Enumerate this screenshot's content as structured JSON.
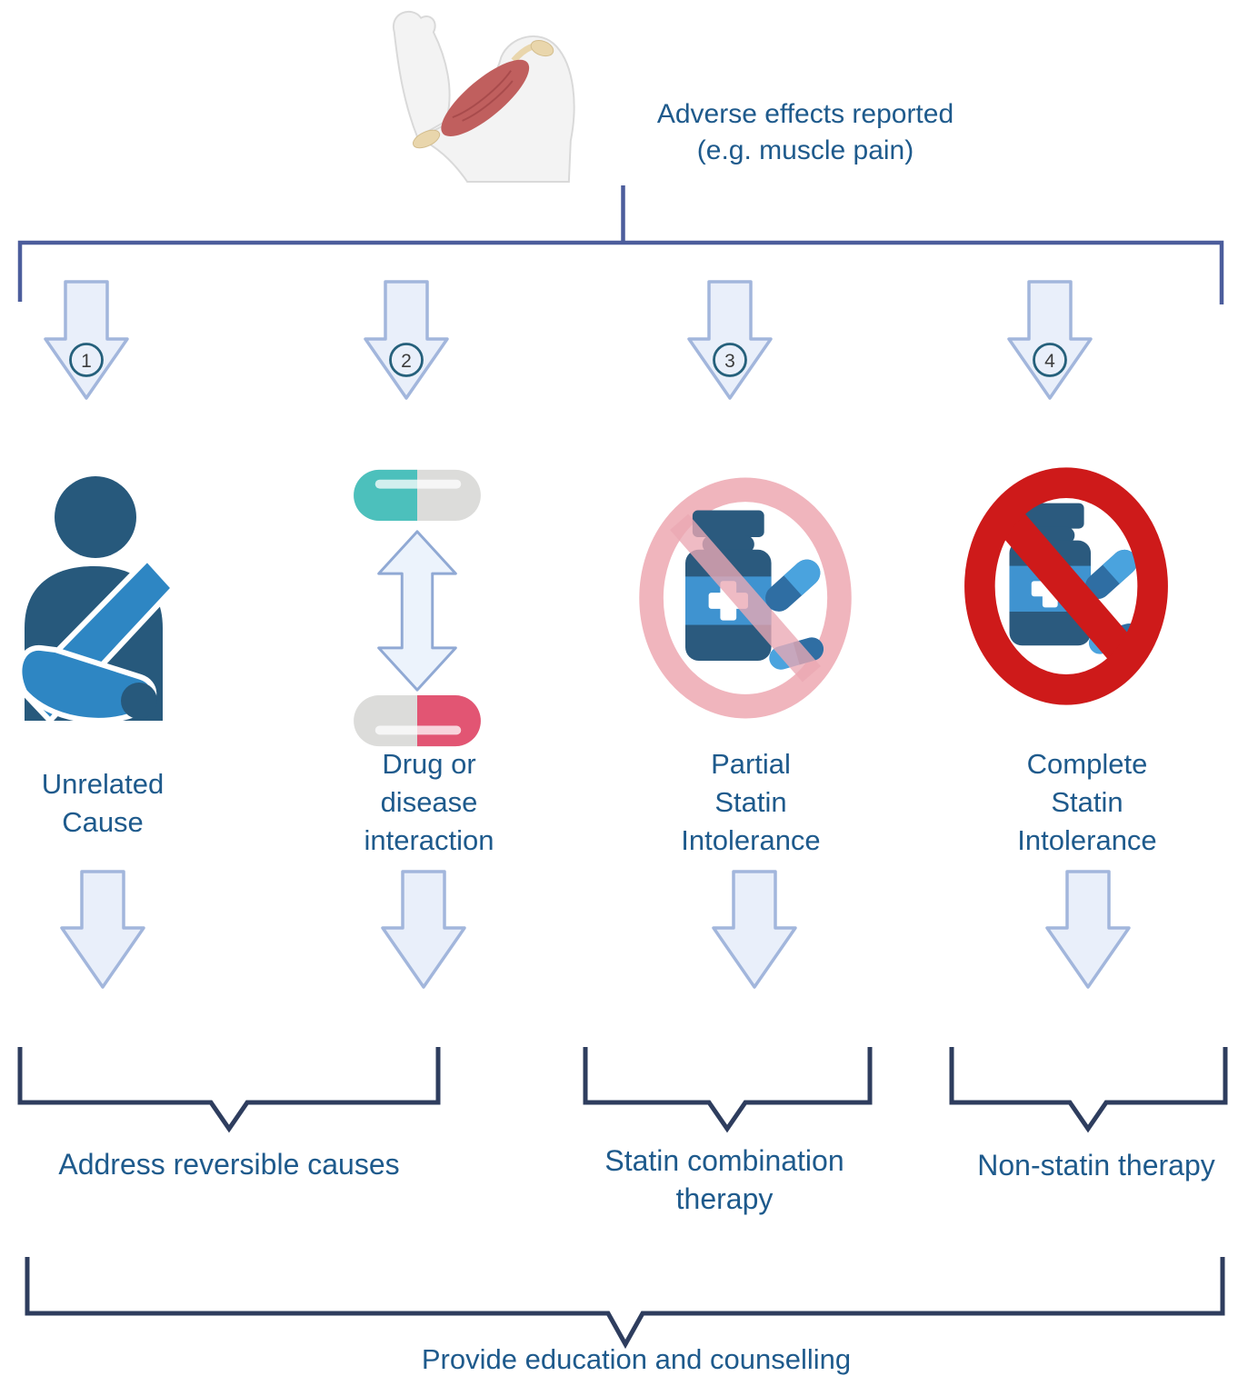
{
  "header": {
    "title_line1": "Adverse effects reported",
    "title_line2": "(e.g. muscle pain)"
  },
  "branches": [
    {
      "number": "1",
      "lines": [
        "Unrelated",
        "Cause"
      ],
      "icon": "patient-arm-sling-icon"
    },
    {
      "number": "2",
      "lines": [
        "Drug or",
        "disease",
        "interaction"
      ],
      "icon": "drug-interaction-capsules-icon"
    },
    {
      "number": "3",
      "lines": [
        "Partial",
        "Statin",
        "Intolerance"
      ],
      "icon": "no-statin-partial-icon"
    },
    {
      "number": "4",
      "lines": [
        "Complete",
        "Statin",
        "Intolerance"
      ],
      "icon": "no-statin-complete-icon"
    }
  ],
  "outcomes": [
    {
      "lines": [
        "Address reversible causes",
        ""
      ]
    },
    {
      "lines": [
        "Statin combination",
        "therapy"
      ]
    },
    {
      "lines": [
        "Non-statin therapy",
        ""
      ]
    }
  ],
  "footer": {
    "label": "Provide education and counselling"
  },
  "icons": {
    "top": "flexed-arm-muscle-illustration",
    "branch1": "patient-arm-sling-icon",
    "branch2": "drug-interaction-capsules-icon",
    "branch3": "no-statin-partial-icon",
    "branch4": "no-statin-complete-icon"
  },
  "colors": {
    "label_text": "#1e5a8c",
    "branch_line": "#4c5d9c",
    "bracket_line": "#2e3d5e",
    "arrow_fill": "#e9effa",
    "arrow_stroke": "#a2b6dc",
    "number_ring": "#25607b",
    "person_body": "#27597c",
    "sling_blue": "#2e86c3",
    "capsule_teal": "#4cc0bc",
    "capsule_pink": "#e25573",
    "capsule_grey": "#dcdcda",
    "prohibition_pink": "#f0b5bd",
    "prohibition_red": "#ce1a1a",
    "bottle_blue": "#2b5a7e",
    "bottle_label_blue": "#3f93d0",
    "muscle_red": "#c05f5e"
  }
}
